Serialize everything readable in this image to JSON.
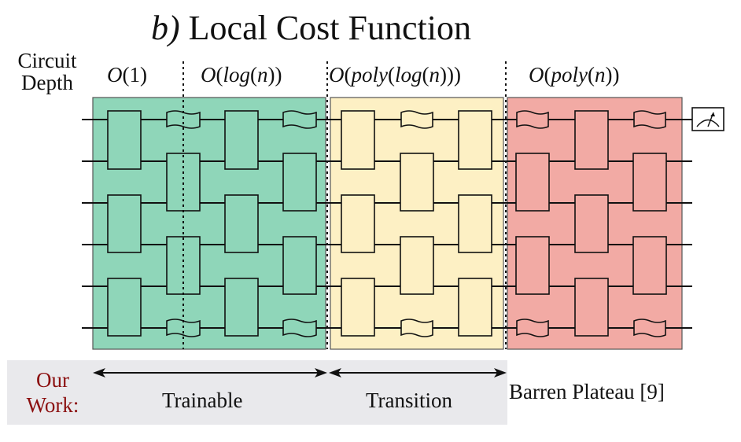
{
  "title": {
    "letter": "b)",
    "text": "Local Cost Function"
  },
  "depth_label": {
    "line1": "Circuit",
    "line2": "Depth"
  },
  "complexities": [
    "O(1)",
    "O(log(n))",
    "O(poly(log(n)))",
    "O(poly(n))"
  ],
  "regions": [
    {
      "name": "trainable",
      "fill": "#8fd6b9",
      "label": "Trainable"
    },
    {
      "name": "transition",
      "fill": "#fdf0c4",
      "label": "Transition"
    },
    {
      "name": "barren",
      "fill": "#f2aaa4",
      "label": "Barren Plateau [9]"
    }
  ],
  "legend": {
    "our_line1": "Our",
    "our_line2": "Work:",
    "our_color": "#8b0f0f",
    "box_color": "#e9e9ec"
  },
  "qubit_count": 6,
  "measure_icon": "measurement-meter-icon"
}
